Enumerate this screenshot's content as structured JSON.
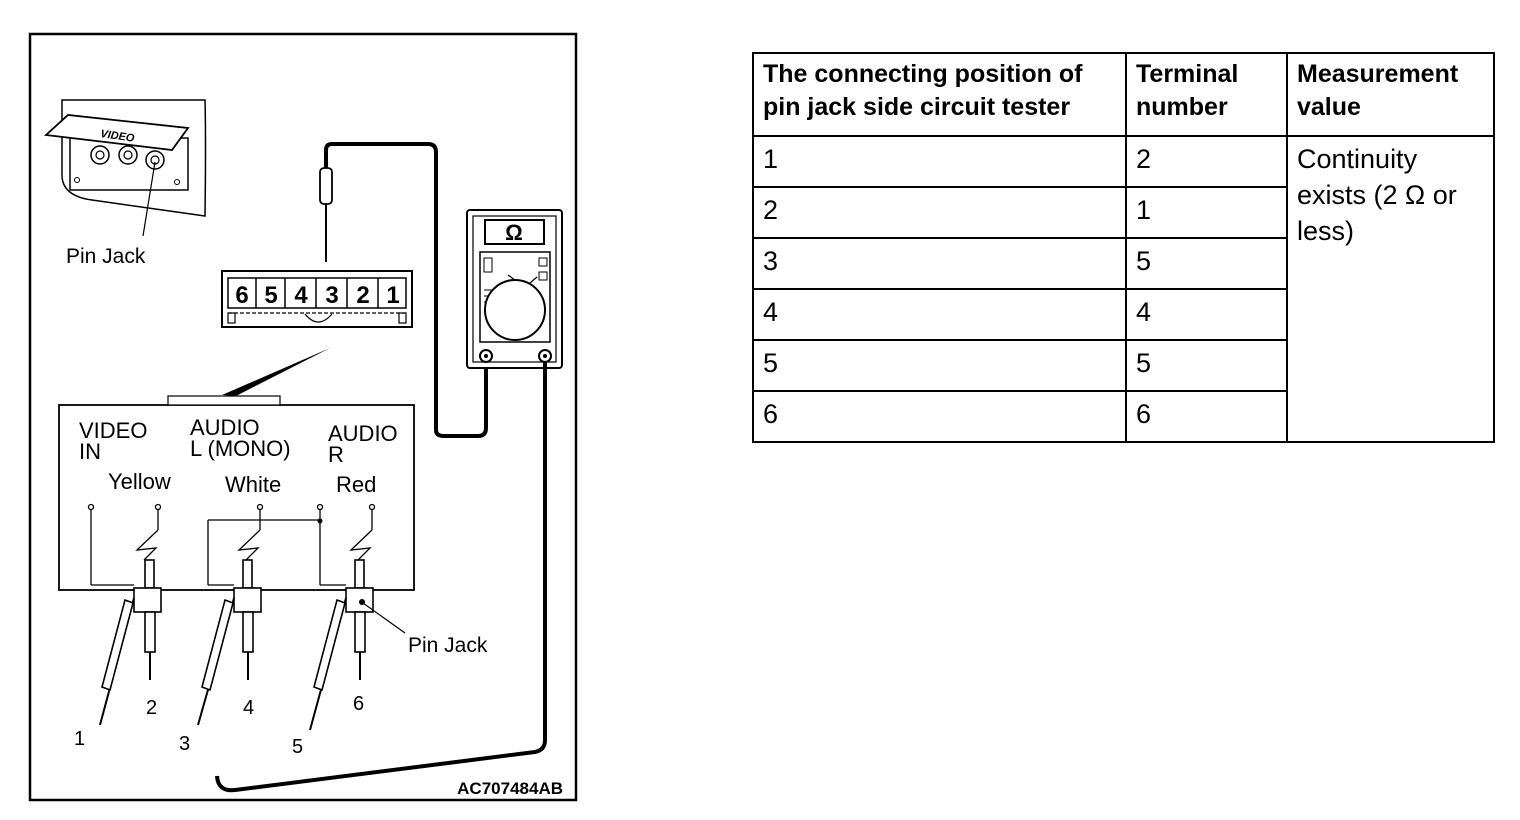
{
  "figure": {
    "pin_jack_label_top": "Pin Jack",
    "pin_jack_label_bottom": "Pin Jack",
    "cover_label": "VIDEO",
    "ohm_symbol": "Ω",
    "figure_code": "AC707484AB",
    "connector_terminals": [
      "6",
      "5",
      "4",
      "3",
      "2",
      "1"
    ],
    "groups": [
      {
        "line1": "VIDEO",
        "line2": "IN",
        "color": "Yellow"
      },
      {
        "line1": "AUDIO",
        "line2": "L (MONO)",
        "color": "White"
      },
      {
        "line1": "AUDIO",
        "line2": "R",
        "color": "Red"
      }
    ],
    "probe_numbers": [
      "1",
      "2",
      "3",
      "4",
      "5",
      "6"
    ]
  },
  "table": {
    "headers": [
      "The connecting position of pin jack side circuit tester",
      "Terminal number",
      "Measurement value"
    ],
    "rows": [
      {
        "position": "1",
        "terminal": "2"
      },
      {
        "position": "2",
        "terminal": "1"
      },
      {
        "position": "3",
        "terminal": "5"
      },
      {
        "position": "4",
        "terminal": "4"
      },
      {
        "position": "5",
        "terminal": "5"
      },
      {
        "position": "6",
        "terminal": "6"
      }
    ],
    "measurement_value": "Continuity exists (2 Ω or less)"
  }
}
